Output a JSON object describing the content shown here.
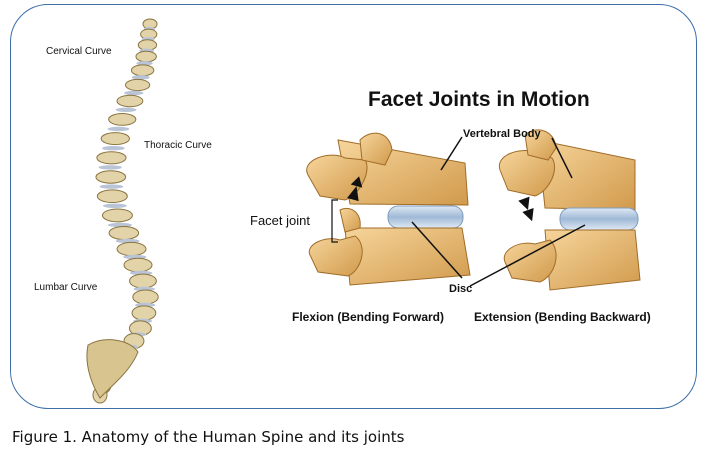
{
  "title": "Facet Joints in Motion",
  "spine_labels": {
    "cervical": "Cervical Curve",
    "thoracic": "Thoracic Curve",
    "lumbar": "Lumbar Curve"
  },
  "joint_labels": {
    "vertebral_body": "Vertebral Body",
    "facet_joint": "Facet joint",
    "disc": "Disc",
    "flexion": "Flexion (Bending Forward)",
    "extension": "Extension (Bending Backward)"
  },
  "caption": "Figure 1. Anatomy of the Human Spine and its joints",
  "colors": {
    "frame": "#3c6ea8",
    "bone": "#e6b76a",
    "bone_dark": "#b07a30",
    "disc": "#a9c3de"
  }
}
